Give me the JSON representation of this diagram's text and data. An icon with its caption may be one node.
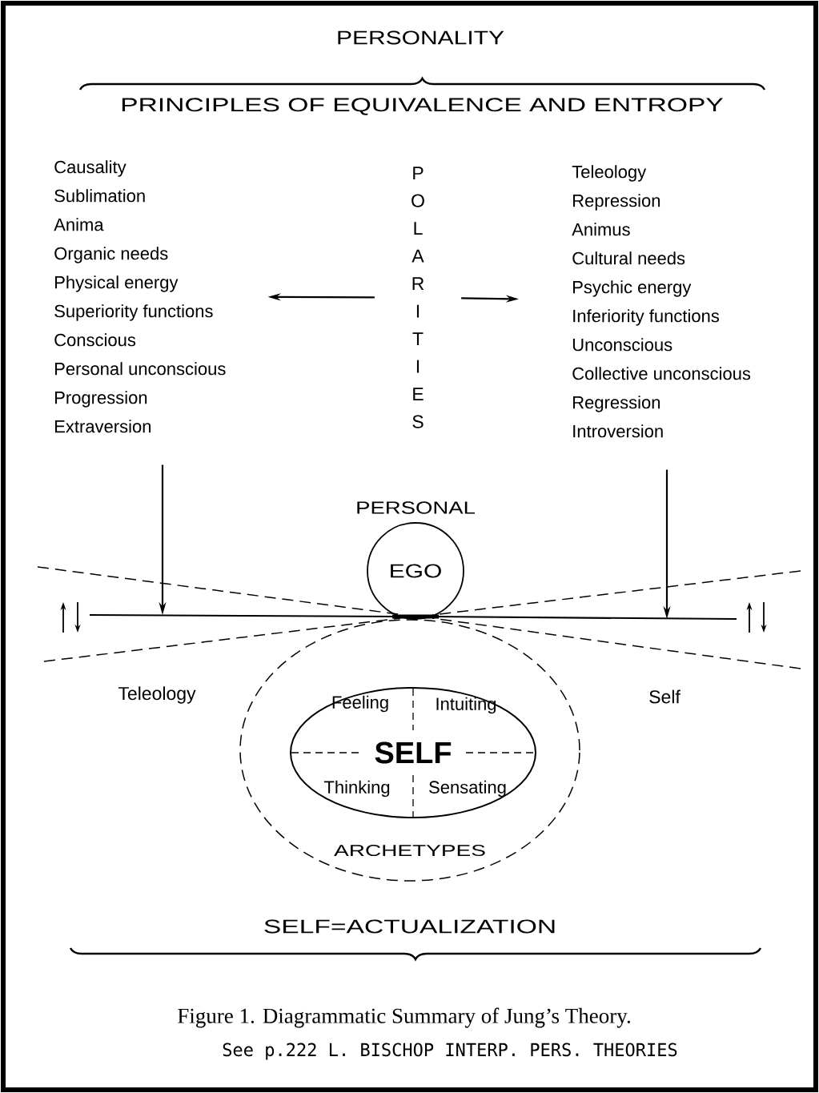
{
  "diagram": {
    "title": "PERSONALITY",
    "nodes": [
      {
        "text": [
          "Causality",
          "Sublimation",
          "Anima",
          "Organic needs",
          "Physical energy",
          "Superiority functions",
          "Conscious",
          "Personal unconscious",
          "Progression",
          "Extraversion"
        ]
      },
      {
        "text": [
          "P",
          "O",
          "L",
          "A",
          "R",
          "I",
          "T",
          "I",
          "E",
          "S"
        ]
      },
      {
        "text": [
          "Teleology",
          "Repression",
          "Animus",
          "Cultural needs",
          "Psychic energy",
          "Inferiority functions",
          "Unconscious",
          "Collective unconscious",
          "Regression",
          "Introversion"
        ]
      },
      {
        "text": [
          "EGO"
        ],
        "beside": [
          "PERSONAL"
        ]
      },
      {
        "text": [
          "ARCHETYPES"
        ]
      },
      {
        "text": [
          "Feeling",
          "Intuiting",
          "SELF",
          "Thinking",
          "Sensating"
        ],
        "in": 4
      }
    ],
    "edges": [
      {
        "from": 1,
        "to": 0,
        "arrow": "to"
      },
      {
        "from": 1,
        "to": 2,
        "arrow": "to"
      },
      {
        "from": 0,
        "to": null,
        "arrow": "to"
      },
      {
        "from": 2,
        "to": null,
        "arrow": "to"
      }
    ],
    "labels": [
      "PRINCIPLES OF EQUIVALENCE AND ENTROPY",
      "Teleology",
      "Self",
      "SELF=ACTUALIZATION",
      "See p.222  L. BISCHOP  INTERP. PERS. THEORIES"
    ],
    "caption": "Figure 1. Diagrammatic Summary of Jung’s Theory."
  }
}
